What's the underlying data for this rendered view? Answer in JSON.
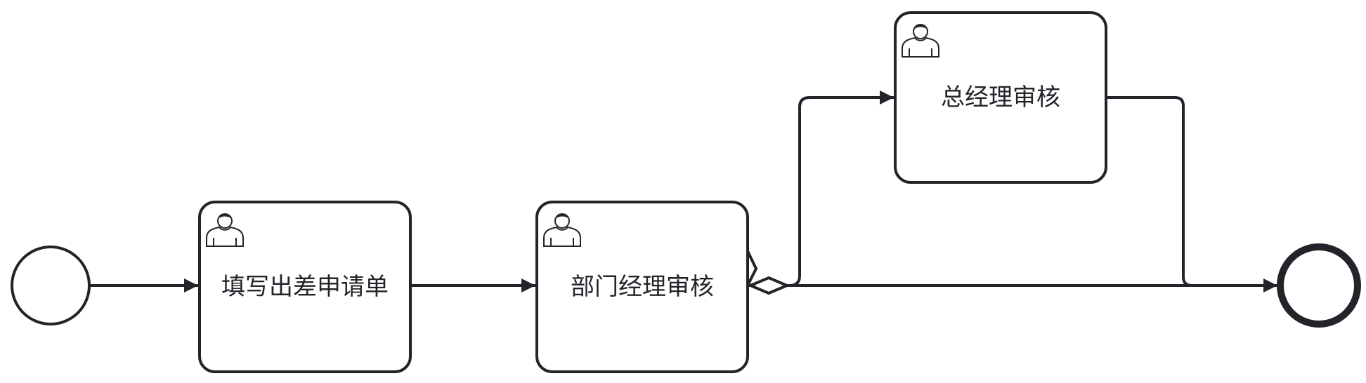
{
  "diagram": {
    "type": "bpmn-process",
    "colors": {
      "stroke": "#22242a",
      "fill": "#ffffff"
    },
    "start_event": {
      "label": ""
    },
    "end_event": {
      "label": ""
    },
    "tasks": [
      {
        "id": "t1",
        "label": "填写出差申请单",
        "task_type": "user-task",
        "icon": "user-icon"
      },
      {
        "id": "t2",
        "label": "部门经理审核",
        "task_type": "user-task",
        "icon": "user-icon"
      },
      {
        "id": "t3",
        "label": "总经理审核",
        "task_type": "user-task",
        "icon": "user-icon"
      }
    ],
    "flows": [
      {
        "from": "start",
        "to": "t1",
        "kind": "sequence"
      },
      {
        "from": "t1",
        "to": "t2",
        "kind": "sequence"
      },
      {
        "from": "t2",
        "to": "t3",
        "kind": "conditional"
      },
      {
        "from": "t2",
        "to": "end",
        "kind": "default"
      },
      {
        "from": "t3",
        "to": "end",
        "kind": "sequence"
      }
    ]
  }
}
